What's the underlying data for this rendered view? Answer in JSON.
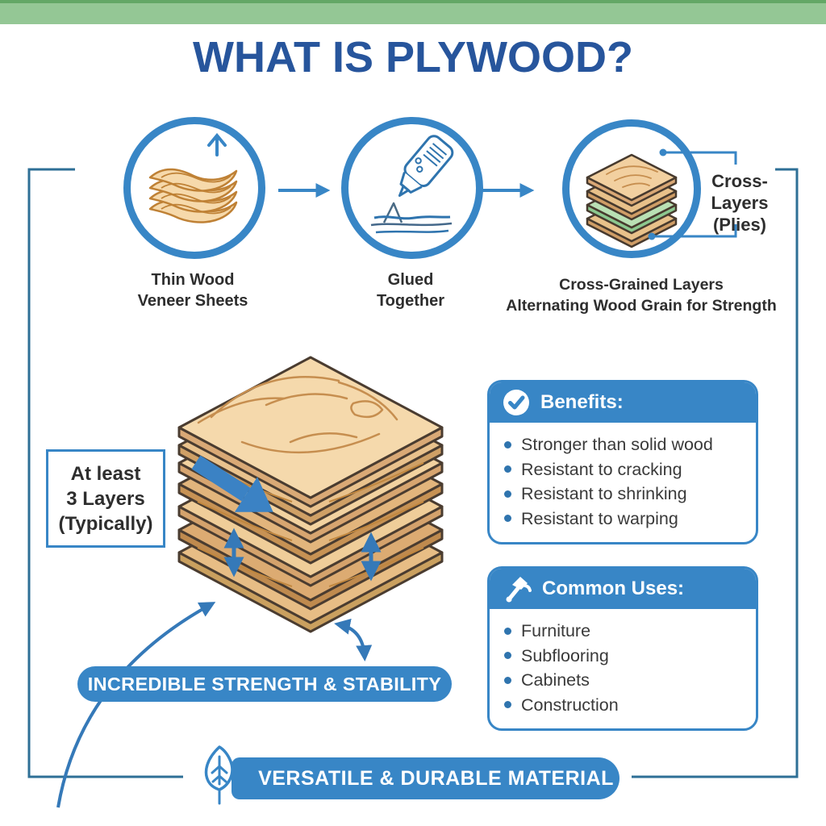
{
  "colors": {
    "accent_blue": "#3886c6",
    "frame_blue": "#2e6f96",
    "title_blue": "#27559c",
    "banner_green": "#94c795",
    "banner_green_dark": "#63a766",
    "text_dark": "#2e2e2e",
    "wood_tan": "#f5d9ac",
    "wood_green": "#b9e0b4"
  },
  "header": {
    "title": "WHAT IS PLYWOOD?"
  },
  "process": {
    "steps": [
      {
        "icon": "veneer-sheets-icon",
        "label": "Thin Wood\nVeneer Sheets"
      },
      {
        "icon": "glue-bottle-icon",
        "label": "Glued\nTogether"
      },
      {
        "icon": "cross-layers-icon",
        "label": "Cross-Grained Layers\nAlternating Wood Grain for Strength"
      }
    ],
    "callout": "Cross-\nLayers\n(Plies)"
  },
  "diagram": {
    "note": "At least\n3 Layers\n(Typically)",
    "caption": "INCREDIBLE STRENGTH & STABILITY"
  },
  "benefits": {
    "icon": "check-circle-icon",
    "title": "Benefits:",
    "items": [
      "Stronger than solid wood",
      "Resistant to cracking",
      "Resistant to shrinking",
      "Resistant to warping"
    ]
  },
  "common_uses": {
    "icon": "hammer-icon",
    "title": "Common Uses:",
    "items": [
      "Furniture",
      "Subflooring",
      "Cabinets",
      "Construction"
    ]
  },
  "footer": {
    "icon": "leaf-icon",
    "banner": "VERSATILE & DURABLE MATERIAL"
  }
}
